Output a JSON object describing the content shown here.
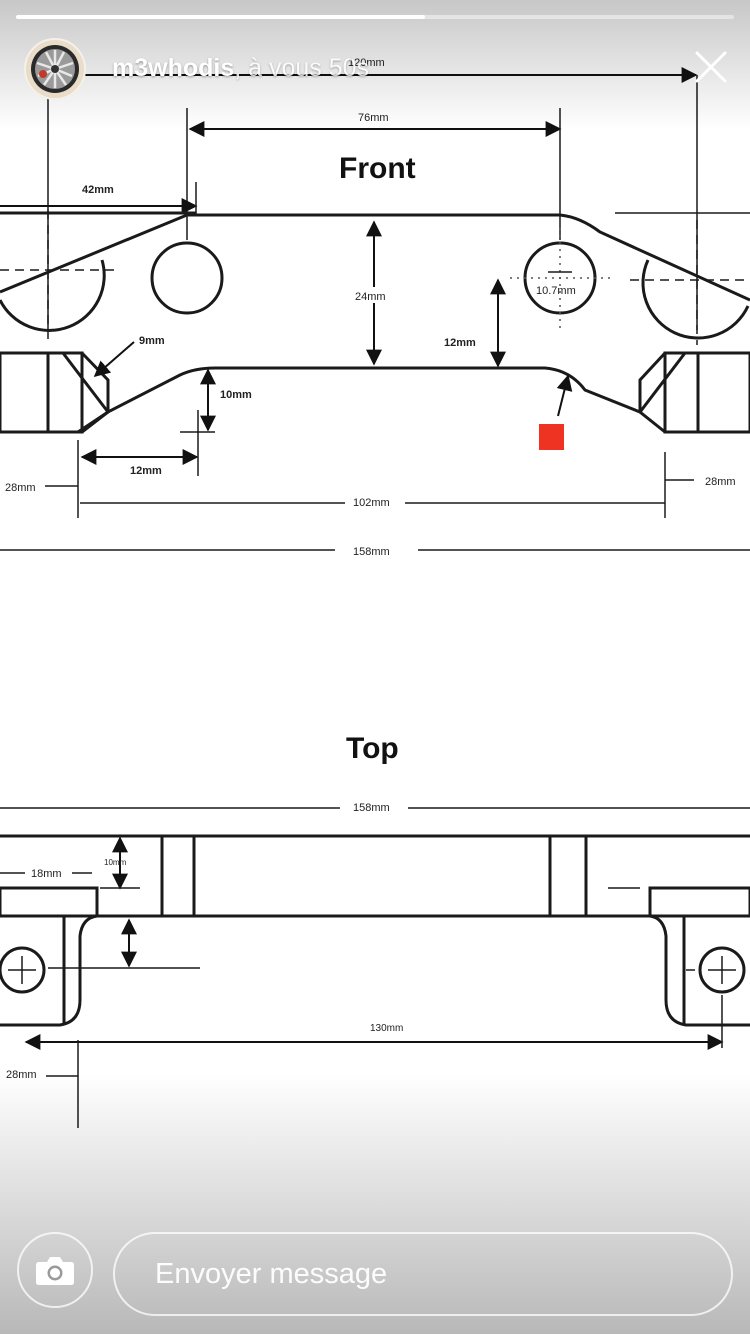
{
  "story": {
    "progress_fraction": 0.57,
    "username": "m3whodis",
    "time_text": ", à vous 50s",
    "avatar_icon": "wheel-avatar-icon",
    "close_icon": "close-icon"
  },
  "drawing": {
    "front": {
      "title": "Front",
      "dims": {
        "d120": "120mm",
        "d76": "76mm",
        "d42": "42mm",
        "d24": "24mm",
        "d107": "10.7mm",
        "d12r": "12mm",
        "d9": "9mm",
        "d10": "10mm",
        "d12b": "12mm",
        "d28l": "28mm",
        "d28r": "28mm",
        "d102": "102mm",
        "d158": "158mm"
      }
    },
    "top": {
      "title": "Top",
      "dims": {
        "d158": "158mm",
        "d10": "10mm",
        "d18": "18mm",
        "d130": "130mm",
        "d28": "28mm"
      }
    },
    "marker_color": "#ee3322"
  },
  "footer": {
    "camera_icon": "camera-icon",
    "message_placeholder": "Envoyer message"
  }
}
